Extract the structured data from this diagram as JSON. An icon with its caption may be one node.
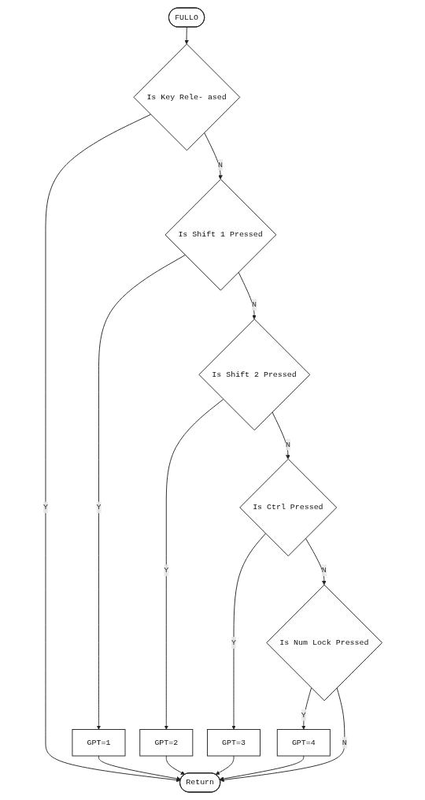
{
  "diagram": {
    "nodes": [
      {
        "text": [
          "FULLO"
        ]
      },
      {
        "text": [
          "Is Key Rele- ased"
        ]
      },
      {
        "text": [
          "Is Shift 1 Pressed"
        ]
      },
      {
        "text": [
          "GPT=1"
        ]
      },
      {
        "text": [
          "Is Shift 2 Pressed"
        ]
      },
      {
        "text": [
          "GPT=2"
        ]
      },
      {
        "text": [
          "Is Ctrl Pressed"
        ]
      },
      {
        "text": [
          "GPT=3"
        ]
      },
      {
        "text": [
          "Is Num Lock Pressed"
        ]
      },
      {
        "text": [
          "GPT=4"
        ]
      },
      {
        "text": [
          "Return"
        ]
      }
    ],
    "edges": [
      {
        "from": 0,
        "to": 1,
        "arrow": "to"
      },
      {
        "from": 1,
        "to": 10,
        "label": "Y",
        "arrow": "to"
      },
      {
        "from": 1,
        "to": 2,
        "label": "N",
        "arrow": "to"
      },
      {
        "from": 2,
        "to": 3,
        "label": "Y",
        "arrow": "to"
      },
      {
        "from": 3,
        "to": 10,
        "arrow": "to"
      },
      {
        "from": 2,
        "to": 4,
        "label": "N",
        "arrow": "to"
      },
      {
        "from": 4,
        "to": 5,
        "label": "Y",
        "arrow": "to"
      },
      {
        "from": 5,
        "to": 10,
        "arrow": "to"
      },
      {
        "from": 4,
        "to": 6,
        "label": "N",
        "arrow": "to"
      },
      {
        "from": 6,
        "to": 7,
        "label": "Y",
        "arrow": "to"
      },
      {
        "from": 7,
        "to": 10,
        "arrow": "to"
      },
      {
        "from": 6,
        "to": 8,
        "label": "N",
        "arrow": "to"
      },
      {
        "from": 8,
        "to": 9,
        "label": "Y",
        "arrow": "to"
      },
      {
        "from": 9,
        "to": 10,
        "arrow": "to"
      },
      {
        "from": 8,
        "to": 10,
        "label": "N",
        "arrow": "to"
      }
    ]
  }
}
